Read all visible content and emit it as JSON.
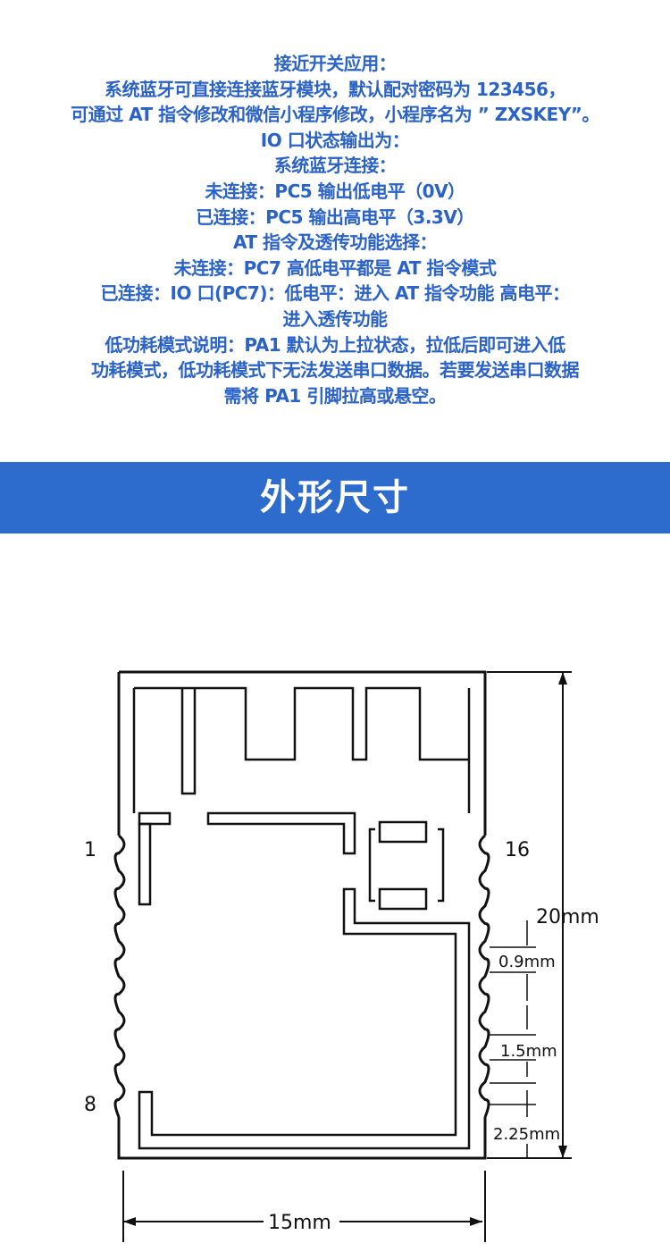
{
  "description_lines": [
    "接近开关应用：",
    "系统蓝牙可直接连接蓝牙模块，默认配对密码为 123456，",
    "可通过 AT 指令修改和微信小程序修改，小程序名为 ” ZXSKEY”。",
    "IO 口状态输出为：",
    "系统蓝牙连接：",
    "未连接：PC5 输出低电平（0V）",
    "已连接：PC5 输出高电平（3.3V）",
    "AT 指令及透传功能选择：",
    "未连接：PC7 高低电平都是 AT 指令模式",
    "已连接：IO 口(PC7)：低电平：进入 AT 指令功能 高电平：",
    "进入透传功能",
    "低功耗模式说明：PA1 默认为上拉状态，拉低后即可进入低",
    "功耗模式，低功耗模式下无法发送串口数据。若要发送串口数据",
    "需将 PA1 引脚拉高或悬空。"
  ],
  "banner_title": "外形尺寸",
  "diagram": {
    "pin_1": "1",
    "pin_16": "16",
    "pin_8": "8",
    "height": "20mm",
    "pitch": "0.9mm",
    "spacing": "1.5mm",
    "edge": "2.25mm",
    "width": "15mm"
  }
}
